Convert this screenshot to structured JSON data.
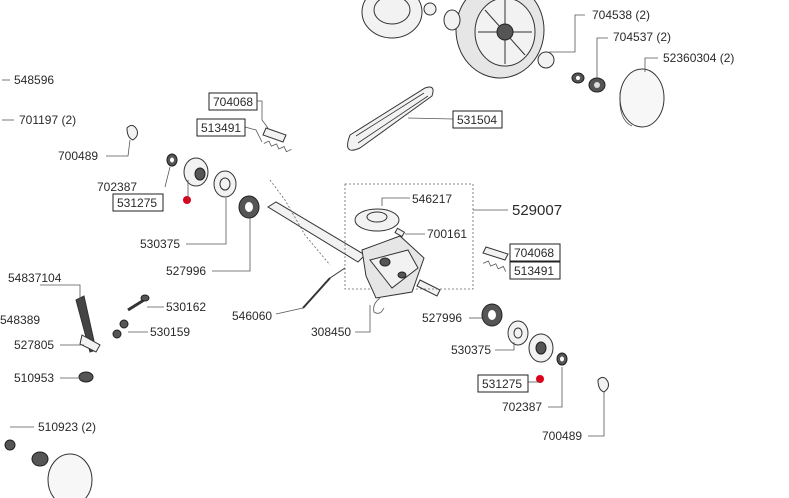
{
  "labels": {
    "p704538": "704538 (2)",
    "p704537": "704537 (2)",
    "p52360304": "52360304 (2)",
    "p548596": "548596",
    "p701197": "701197 (2)",
    "p700489_top": "700489",
    "p704068_top": "704068",
    "p513491_top": "513491",
    "p531504": "531504",
    "p702387_top": "702387",
    "p531275_top": "531275",
    "p546217": "546217",
    "p529007": "529007",
    "p700161": "700161",
    "p704068_right": "704068",
    "p513491_right": "513491",
    "p530375_top": "530375",
    "p527996_top": "527996",
    "p54837104": "54837104",
    "p530162": "530162",
    "p548389": "548389",
    "p546060": "546060",
    "p530159": "530159",
    "p527805": "527805",
    "p308450": "308450",
    "p527996_bottom": "527996",
    "p530375_bottom": "530375",
    "p510953": "510953",
    "p531275_bottom": "531275",
    "p702387_bottom": "702387",
    "p510923": "510923 (2)",
    "p700489_bottom": "700489"
  },
  "colors": {
    "marker": "#e0001b",
    "ink": "#2a2a2a"
  }
}
